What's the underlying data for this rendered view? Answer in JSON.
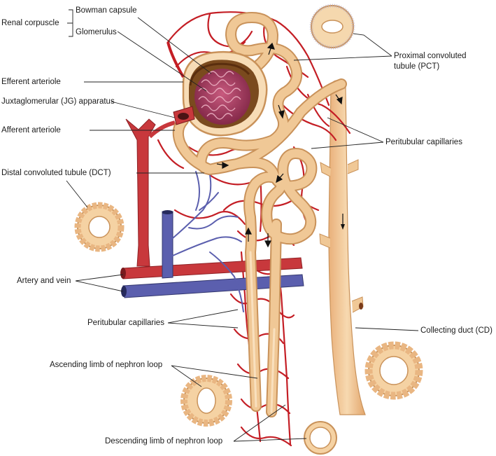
{
  "labels": {
    "renal_corpuscle": "Renal corpuscle",
    "bowman_capsule": "Bowman capsule",
    "glomerulus": "Glomerulus",
    "efferent_arteriole": "Efferent arteriole",
    "jg_apparatus": "Juxtaglomerular (JG) apparatus",
    "afferent_arteriole": "Afferent arteriole",
    "dct": "Distal convoluted tubule (DCT)",
    "artery_and_vein": "Artery and vein",
    "peritubular_capillaries_left": "Peritubular capillaries",
    "ascending_limb": "Ascending limb of nephron loop",
    "descending_limb": "Descending limb of nephron loop",
    "pct_line1": "Proximal convoluted",
    "pct_line2": "tubule (PCT)",
    "peritubular_capillaries_right": "Peritubular capillaries",
    "collecting_duct": "Collecting duct (CD)"
  },
  "colors": {
    "artery": "#c8383c",
    "vein": "#5b5fae",
    "tubule": "#f0c896",
    "tubule_edge": "#c9925a",
    "capillary": "#c41e25",
    "glomerulus": "#a33a5e"
  }
}
